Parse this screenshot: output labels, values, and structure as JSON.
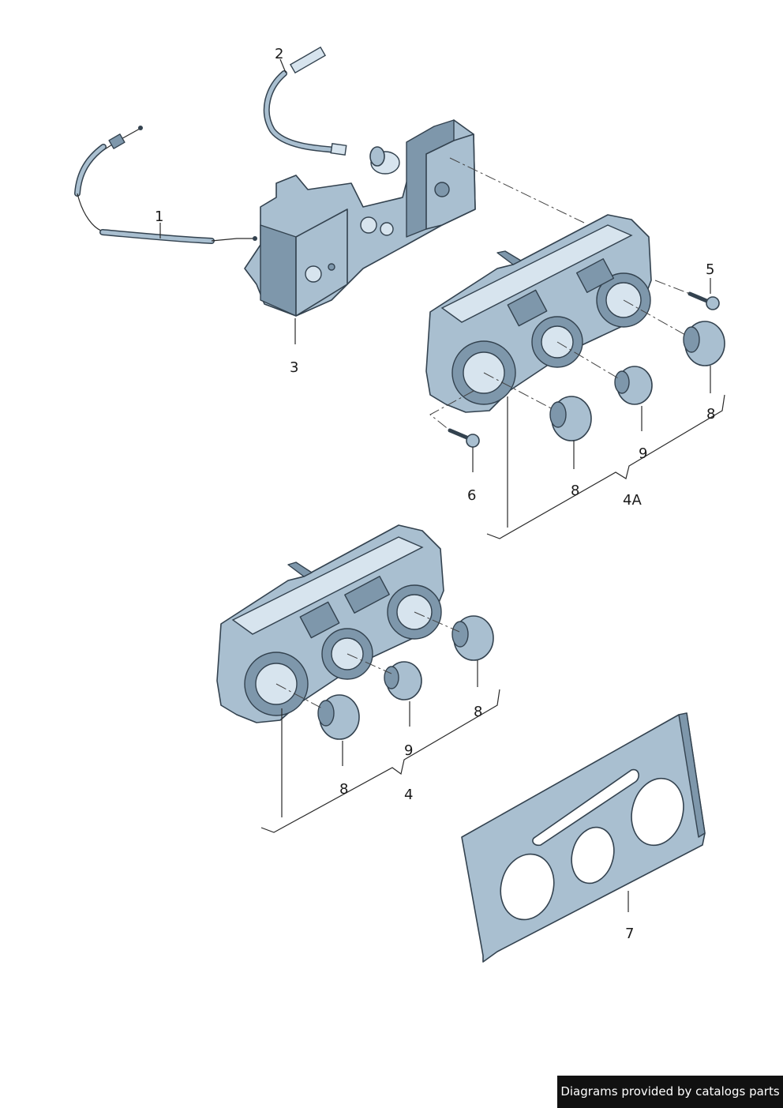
{
  "callouts": {
    "c1": "1",
    "c2": "2",
    "c3": "3",
    "c4": "4",
    "c4a": "4A",
    "c5": "5",
    "c6": "6",
    "c7": "7",
    "c8a": "8",
    "c8b": "8",
    "c8c": "8",
    "c8d": "8",
    "c9a": "9",
    "c9b": "9"
  },
  "credit": "Diagrams provided by catalogs parts",
  "colors": {
    "part_fill": "#a9bfd0",
    "part_shadow": "#7e97ab",
    "outline": "#33424f",
    "credit_bg": "#111111"
  }
}
